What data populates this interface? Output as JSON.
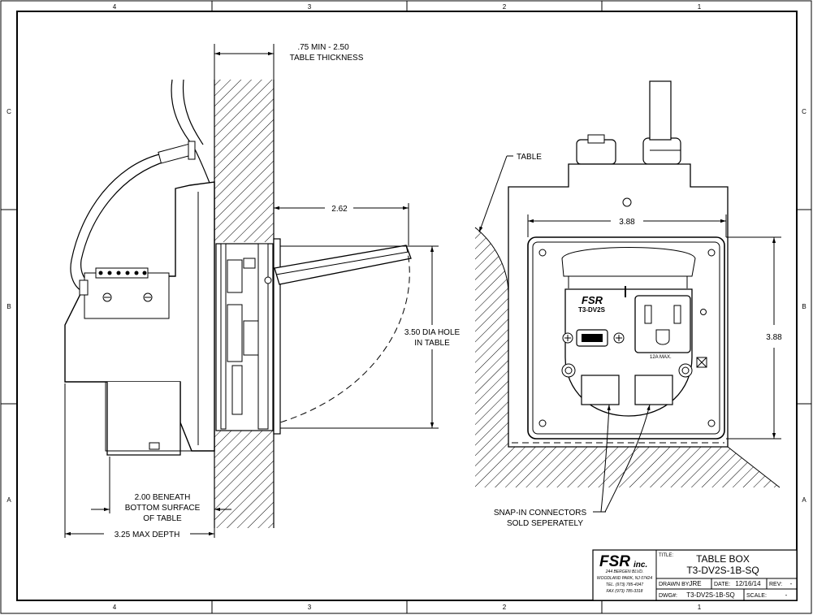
{
  "border": {
    "columns": [
      "4",
      "3",
      "2",
      "1"
    ],
    "rows": [
      "C",
      "B",
      "A"
    ]
  },
  "dimensions": {
    "table_thickness": {
      "line1": ".75 MIN - 2.50",
      "line2": "TABLE THICKNESS"
    },
    "lid_reach": "2.62",
    "hole_dia": {
      "line1": "3.50 DIA HOLE",
      "line2": "IN TABLE"
    },
    "beneath": {
      "line1": "2.00 BENEATH",
      "line2": "BOTTOM SURFACE",
      "line3": "OF TABLE"
    },
    "max_depth": "3.25 MAX DEPTH",
    "width": "3.88",
    "height": "3.88"
  },
  "labels": {
    "table": "TABLE",
    "brand": "FSR",
    "model": "T3-DV2S",
    "amp_rating": "12A MAX.",
    "snap_in": {
      "line1": "SNAP-IN CONNECTORS",
      "line2": "SOLD SEPERATELY"
    }
  },
  "title_block": {
    "logo": "FSR",
    "logo_suffix": "inc.",
    "address": [
      "244 BERGEN BLVD.",
      "WOODLAND PARK, NJ 07424",
      "TEL. (973) 785-4347",
      "FAX (973) 785-3318"
    ],
    "title_label": "TITLE:",
    "title_line1": "TABLE BOX",
    "title_line2": "T3-DV2S-1B-SQ",
    "drawn_by_label": "DRAWN BY:",
    "drawn_by": "JRE",
    "date_label": "DATE:",
    "date": "12/16/14",
    "rev_label": "REV:",
    "rev": "-",
    "dwg_label": "DWG#:",
    "dwg": "T3-DV2S-1B-SQ",
    "scale_label": "SCALE:",
    "scale": "-"
  }
}
